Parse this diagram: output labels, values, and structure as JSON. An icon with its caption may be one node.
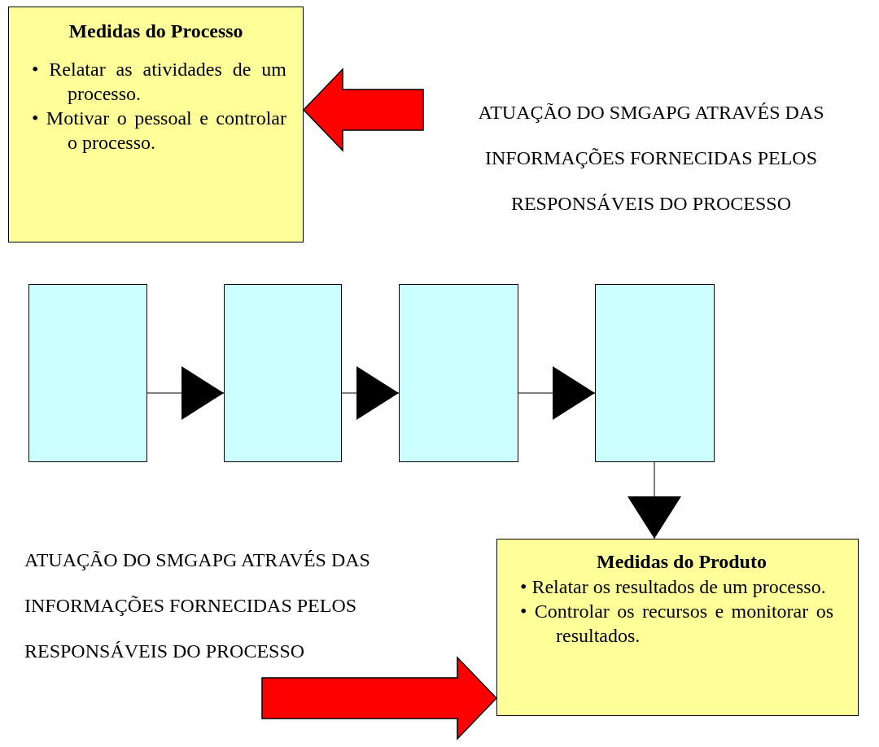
{
  "diagram": {
    "nodes": [
      {
        "text": [
          "Medidas do Processo",
          "• Relatar as atividades de um processo.",
          "• Motivar o pessoal e controlar o processo."
        ]
      },
      {
        "text": [
          "ATUAÇÃO DO SMGAPG ATRAVÉS DAS INFORMAÇÕES FORNECIDAS PELOS RESPONSÁVEIS DO PROCESSO"
        ]
      },
      {
        "text": [],
        "shape": "box"
      },
      {
        "text": [],
        "shape": "box"
      },
      {
        "text": [],
        "shape": "box"
      },
      {
        "text": [],
        "shape": "box"
      },
      {
        "text": [
          "ATUAÇÃO DO SMGAPG ATRAVÉS DAS INFORMAÇÕES FORNECIDAS PELOS RESPONSÁVEIS DO PROCESSO"
        ]
      },
      {
        "text": [
          "Medidas do Produto",
          "• Relatar os resultados de um processo.",
          "• Controlar os recursos e monitorar os resultados."
        ]
      }
    ],
    "edges": [
      {
        "from": 1,
        "to": 0,
        "arrow": "to",
        "style": "thick",
        "color": "#ff0000"
      },
      {
        "from": 2,
        "to": 3,
        "arrow": "to"
      },
      {
        "from": 3,
        "to": 4,
        "arrow": "to"
      },
      {
        "from": 4,
        "to": 5,
        "arrow": "to"
      },
      {
        "from": 5,
        "to": 7,
        "arrow": "to"
      },
      {
        "from": 6,
        "to": 7,
        "arrow": "to",
        "style": "thick",
        "color": "#ff0000"
      }
    ]
  }
}
